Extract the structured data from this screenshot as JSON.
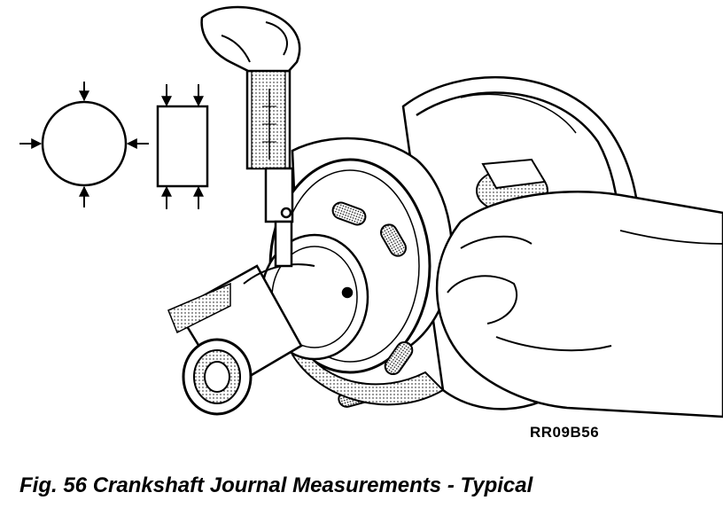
{
  "figure": {
    "reference_code": "RR09B56",
    "caption": "Fig. 56 Crankshaft Journal Measurements - Typical"
  },
  "parts": {
    "round_diagram": "round-journal-diagram",
    "taper_diagram": "taper-journal-diagram",
    "micrometer": "micrometer-icon",
    "crankshaft": "crankshaft-drawing",
    "hands": "hands-drawing"
  },
  "colors": {
    "ink": "#000000",
    "paper": "#ffffff",
    "shade": "#bfbfbf"
  }
}
